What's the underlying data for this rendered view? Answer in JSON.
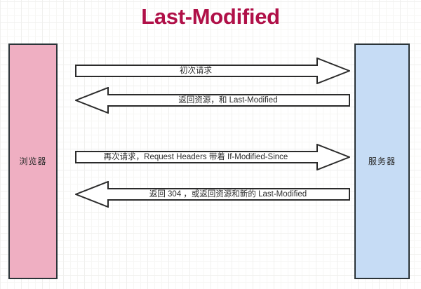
{
  "diagram": {
    "title": "Last-Modified",
    "title_color": "#b01048",
    "background_color": "#ffffff",
    "grid_color": "#f0f0ee",
    "nodes": [
      {
        "id": "browser",
        "label": "浏览器",
        "fill": "#efafc2",
        "stroke": "#2b3438",
        "side": "left"
      },
      {
        "id": "server",
        "label": "服务器",
        "fill": "#c6dcf5",
        "stroke": "#2b3438",
        "side": "right"
      }
    ],
    "arrows": [
      {
        "id": "arrow-1",
        "label": "初次请求",
        "direction": "right",
        "from": "浏览器",
        "to": "服务器",
        "fill": "#ffffff",
        "stroke": "#2b2b2b"
      },
      {
        "id": "arrow-2",
        "label": "返回资源，和 Last-Modified",
        "direction": "left",
        "from": "服务器",
        "to": "浏览器",
        "fill": "#ffffff",
        "stroke": "#2b2b2b"
      },
      {
        "id": "arrow-3",
        "label": "再次请求，Request Headers 带着 If-Modified-Since",
        "direction": "right",
        "from": "浏览器",
        "to": "服务器",
        "fill": "#ffffff",
        "stroke": "#2b2b2b"
      },
      {
        "id": "arrow-4",
        "label": "返回 304 ，或返回资源和新的 Last-Modified",
        "direction": "left",
        "from": "服务器",
        "to": "浏览器",
        "fill": "#ffffff",
        "stroke": "#2b2b2b"
      }
    ]
  }
}
